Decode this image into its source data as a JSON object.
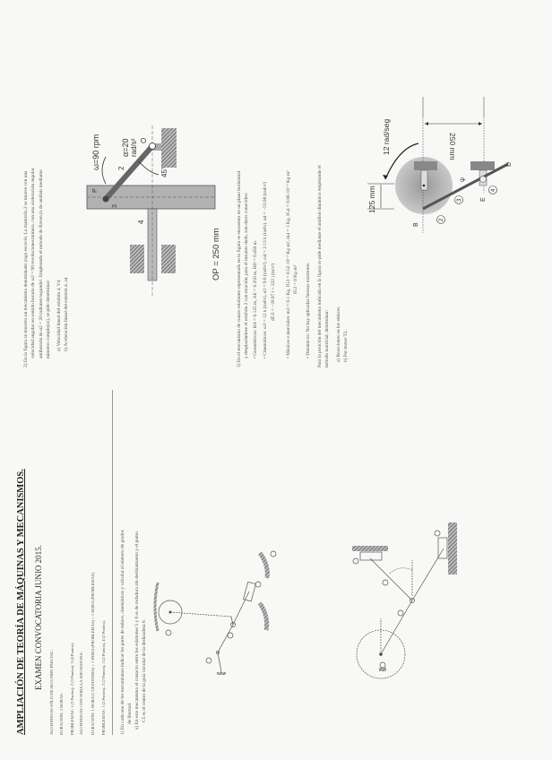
{
  "header": {
    "title": "AMPLIACIÓN DE TEORÍA DE MÁQUINAS Y MECANISMOS.",
    "subtitle": "EXAMEN CONVOCATORIA JUNIO 2015.",
    "info": [
      "ALUMNOS/AS SÓLO DE SEGUNDO PARCIAL:",
      "DURACIÓN: 2 HORAS.",
      "PROBLEMAS: 1 (3 Puntos), 2 (3 Puntos), 3 (4 Puntos).",
      "ALUMNOS/AS CON TODA LA ASIGNATURA:",
      "DURACIÓN: 1 HORA (CUESTIONES) + 1 HORA (PROBLEMAS) + 1 HORA (PROBLEMAS)",
      "PROBLEMAS: 1 (2 Puntos), 2 (2 Puntos), 3 (2 Puntos), 4 (2 Puntos)."
    ]
  },
  "problem1": {
    "lines": [
      "1)  En cada uno de los mecanismos indicar los pares de enlace, cinemáticos y calcular el número de grados",
      "de libertad.",
      "a)  En este mecanismo el contacto entre los eslabones 5 y 6 es de rodadura sin deslizamiento y el punto",
      "C5 es el centro de la guía circular de la deslizadera 6."
    ]
  },
  "problem2": {
    "lines": [
      "2)  En la figura se muestra un mecanismo denominado yugo escocés. La manivela 2 se mueve con una",
      "velocidad angular en sentido horario de ω2 = 90 revoluciones/minuto, con una aceleración angular",
      "antihoraria de α2 = 20 radianes/segundo². Empleando el método de Raven (o de análisis mediante",
      "números complejos), se pide determinar:",
      "a)  Velocidad lineal del eslabón 4, V4",
      "b)  Aceleración lineal del eslabón 4, a4"
    ],
    "diagram": {
      "omega": "ω=90 rpm",
      "alpha": "α=20",
      "alpha_unit": "rad/s²",
      "point_o": "O",
      "point_p": "P",
      "angle": "45°",
      "link2": "2",
      "link3": "3",
      "link4": "4",
      "op": "OP = 250 mm"
    }
  },
  "problem3": {
    "lines": [
      "3)  En el mecanismo de cuatro eslabones representado en la figura se encuentra en un plano horizontal",
      "y desplazándose el eslabón 2 con rotación, para el instante dado, son datos conocidos:",
      "•   Geométricos: BA = 0.125 m, AE = 0.250 m, BD = 0.450 m.",
      "•   Cinemáticos: ω3 = 12 k (rad/s),  α3 = 9.6 (rad/s²),  ω4 = 2.13 k (rad/s),  α4 = −53.98 (rad/s²)",
      "α̅G3 = −20.97 i + 222 j (m/s²)",
      "•   Másicos e inerciales: m3 = 0.1 Kg, IG3 = 0.52·10⁻³ Kg·m², m4 = 1 Kg, IG4 = 0.06·10⁻³ Kg·m²",
      "IG2 = 0 Kg·m²",
      "•   Dinámicos: No hay aplicadas fuerzas exteriores.",
      "Para la posición del mecanismo indicada en la figura se pide mediante el análisis dinámico empleando el",
      "método matricial, determinar:",
      "a)  Reacciones en los enlaces.",
      "b)  Par motor T2."
    ],
    "diagram": {
      "omega": "12 rad/seg",
      "dim_small": "125 mm",
      "dim_large": "250 mm",
      "point_b": "B",
      "point_e": "E",
      "point_d": "D",
      "angle": "ψ",
      "link2": "2",
      "link3": "3",
      "link4": "4"
    }
  },
  "colors": {
    "paper": "#f8f8f6",
    "ink": "#3a3a3a",
    "gray_fill": "#9a9a9a"
  }
}
